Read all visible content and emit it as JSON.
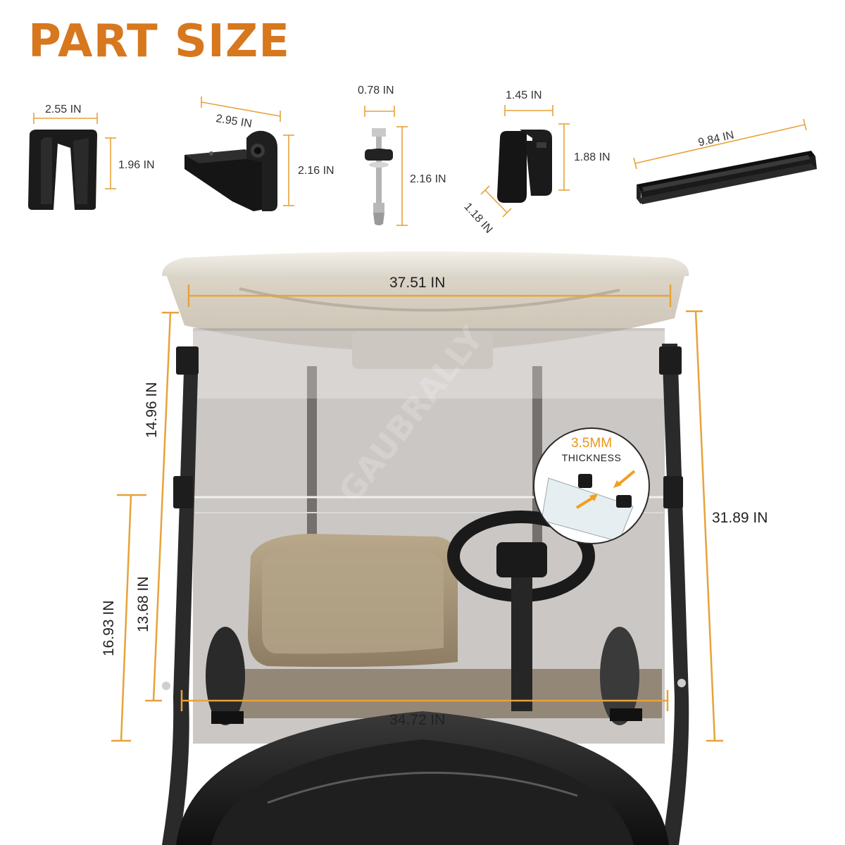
{
  "title": "PART SIZE",
  "accent_color": "#d7771e",
  "dimension_line_color": "#e8a23a",
  "parts": [
    {
      "icon": "clip-bracket",
      "width": "2.55 IN",
      "height": "1.96 IN"
    },
    {
      "icon": "hinge-bracket",
      "width": "2.95 IN",
      "height": "2.16 IN"
    },
    {
      "icon": "bolt",
      "width": "0.78 IN",
      "height": "2.16 IN"
    },
    {
      "icon": "rubber-clip",
      "width": "1.45 IN",
      "height": "1.88 IN",
      "depth": "1.18 IN"
    },
    {
      "icon": "channel-strip",
      "length": "9.84 IN"
    }
  ],
  "windshield": {
    "top_width": "37.51 IN",
    "bottom_width": "34.72 IN",
    "upper_height": "14.96 IN",
    "lower_height": "13.68 IN",
    "lower_total_height": "16.93 IN",
    "total_height": "31.89 IN"
  },
  "inset": {
    "thickness": "3.5MM",
    "label": "THICKNESS"
  },
  "watermark": "GAUBRALLY"
}
